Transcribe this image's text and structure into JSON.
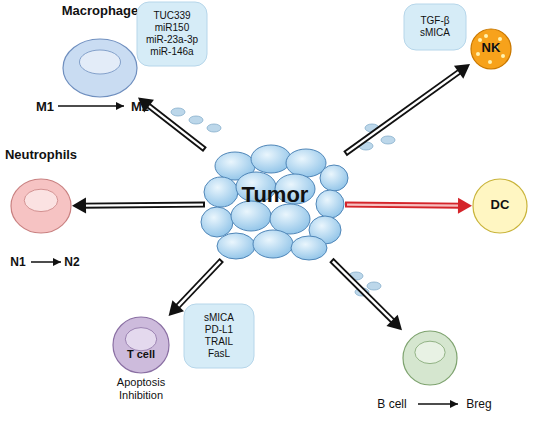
{
  "diagram": {
    "nodes": [
      {
        "text": [
          "Macrophage"
        ]
      },
      {
        "text": [
          "TUC339",
          "miR150",
          "miR-23a-3p",
          "miR-146a"
        ]
      },
      {
        "text": [
          "TGF-β",
          "sMICA"
        ]
      },
      {
        "text": [
          "NK"
        ]
      },
      {
        "text": [
          "Neutrophils"
        ]
      },
      {
        "text": [
          "Tumor"
        ]
      },
      {
        "text": [
          "DC"
        ]
      },
      {
        "text": [
          "T cell",
          "Apoptosis Inhibition"
        ]
      },
      {
        "text": [
          "sMICA",
          "PD-L1",
          "TRAIL",
          "FasL"
        ]
      },
      {
        "text": [
          "B cell"
        ]
      }
    ],
    "edges": [
      {
        "from": 5,
        "to": 0,
        "arrow": "to"
      },
      {
        "from": 5,
        "to": 3,
        "arrow": "to"
      },
      {
        "from": 5,
        "to": 4,
        "arrow": "to"
      },
      {
        "from": 5,
        "to": 6,
        "arrow": "to"
      },
      {
        "from": 5,
        "to": 7,
        "arrow": "to"
      },
      {
        "from": 5,
        "to": 9,
        "arrow": "to"
      }
    ],
    "labels": [
      "M1",
      "M2",
      "N1",
      "N2",
      "Breg"
    ]
  }
}
